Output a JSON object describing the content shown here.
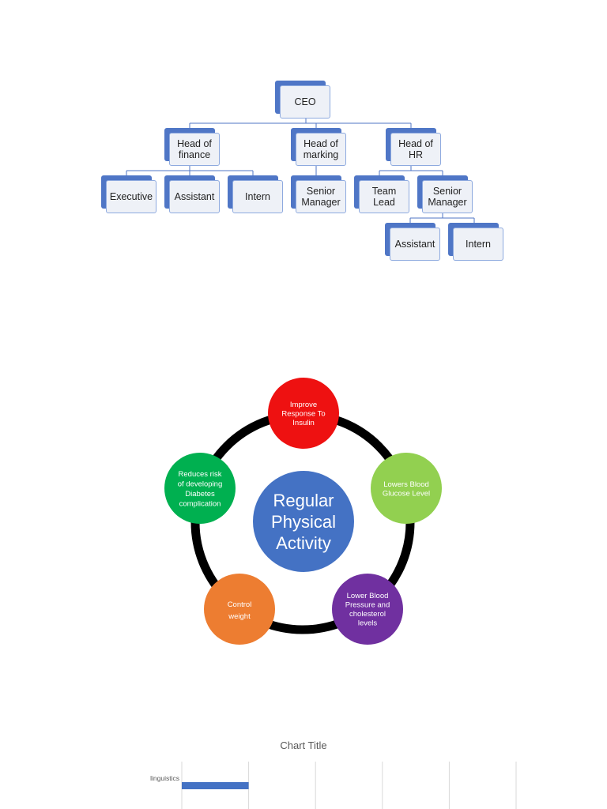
{
  "org_chart": {
    "root": "CEO",
    "heads": [
      {
        "label": "Head of\nfinance"
      },
      {
        "label": "Head of\nmarking"
      },
      {
        "label": "Head of\nHR"
      }
    ],
    "finance_staff": [
      "Executive",
      "Assistant",
      "Intern"
    ],
    "marking_staff": [
      "Senior\nManager"
    ],
    "hr_staff": [
      "Team\nLead",
      "Senior\nManager"
    ],
    "hr_manager_staff": [
      "Assistant",
      "Intern"
    ]
  },
  "cycle": {
    "center": "Regular\nPhysical\nActivity",
    "items": [
      {
        "label": "Improve\nResponse To\nInsulin",
        "color": "#ee1111"
      },
      {
        "label": "Lowers Blood\nGlucose Level",
        "color": "#92d050"
      },
      {
        "label": "Lower Blood\nPressure and\ncholesterol\nlevels",
        "color": "#7030a0"
      },
      {
        "label": "Control\nweight",
        "color": "#ed7d31"
      },
      {
        "label": "Reduces risk\nof developing\nDiabetes\ncomplication",
        "color": "#00b050"
      }
    ],
    "center_color": "#4472c4",
    "ring_color": "#000000"
  },
  "chart_data": {
    "type": "bar",
    "orientation": "horizontal",
    "title": "Chart Title",
    "categories": [
      "linguistics"
    ],
    "series": [
      {
        "values": [
          1
        ]
      }
    ],
    "grid": true,
    "bar_color": "#4472c4"
  }
}
